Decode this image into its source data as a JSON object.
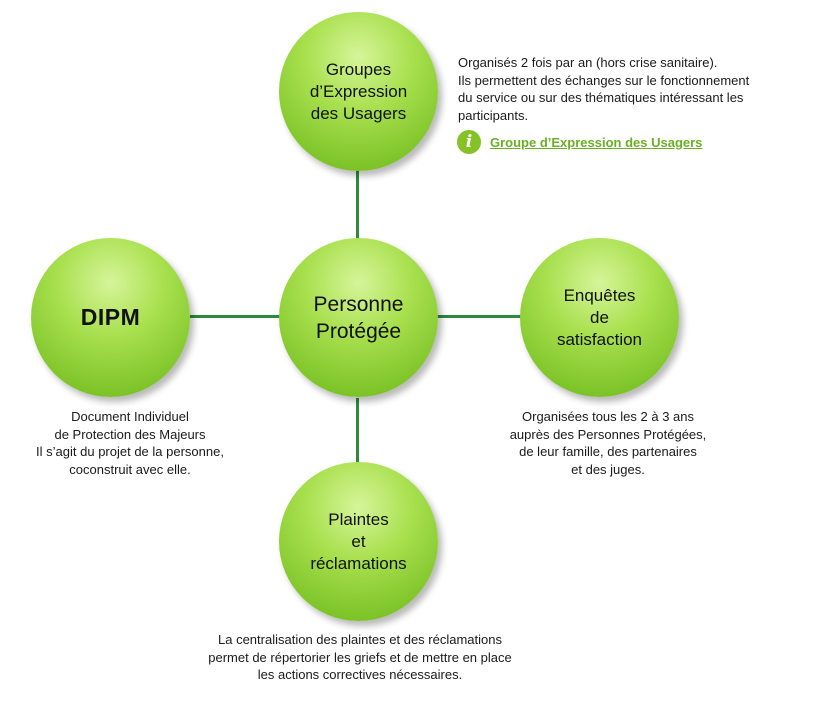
{
  "diagram": {
    "center": {
      "label": "Personne\nProtégée"
    },
    "nodes": {
      "top": {
        "label": "Groupes\nd’Expression\ndes Usagers"
      },
      "left": {
        "label": "DIPM"
      },
      "right": {
        "label": "Enquêtes\nde\nsatisfaction"
      },
      "bottom": {
        "label": "Plaintes\net\nréclamations"
      }
    },
    "descriptions": {
      "top": "Organisés 2 fois par an (hors crise sanitaire).\nIls permettent des échanges sur le fonctionnement\ndu service ou sur des thématiques intéressant les\nparticipants.",
      "left": "Document Individuel\nde Protection des Majeurs\nIl s’agit du projet de la personne,\ncoconstruit avec elle.",
      "right": "Organisées tous les 2 à 3 ans\nauprès des Personnes Protégées,\nde leur famille, des partenaires\net des juges.",
      "bottom": "La centralisation des plaintes et des réclamations\npermet de répertorier les griefs et de mettre en place\nles actions correctives nécessaires."
    },
    "info_link": {
      "icon": "info-icon",
      "text": "Groupe d’Expression des Usagers"
    },
    "colors": {
      "node_green": "#7fc52a",
      "connector": "#2e8b3d",
      "link": "#6ab023"
    }
  }
}
